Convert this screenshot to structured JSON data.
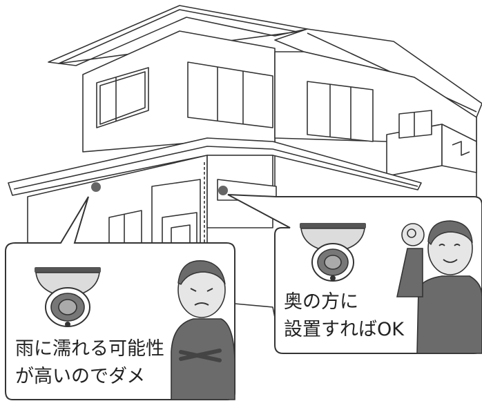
{
  "left_bubble": {
    "caption_lines": [
      "雨に濡れる可能性",
      "が高いのでダメ"
    ]
  },
  "right_bubble": {
    "caption_lines": [
      "奥の方に",
      "設置すればOK"
    ]
  },
  "colors": {
    "line": "#333333",
    "person": "#6b6b6b",
    "person_face": "#e6e6e6",
    "camera_body": "#dcdcdc",
    "marker_dot": "#666666"
  }
}
